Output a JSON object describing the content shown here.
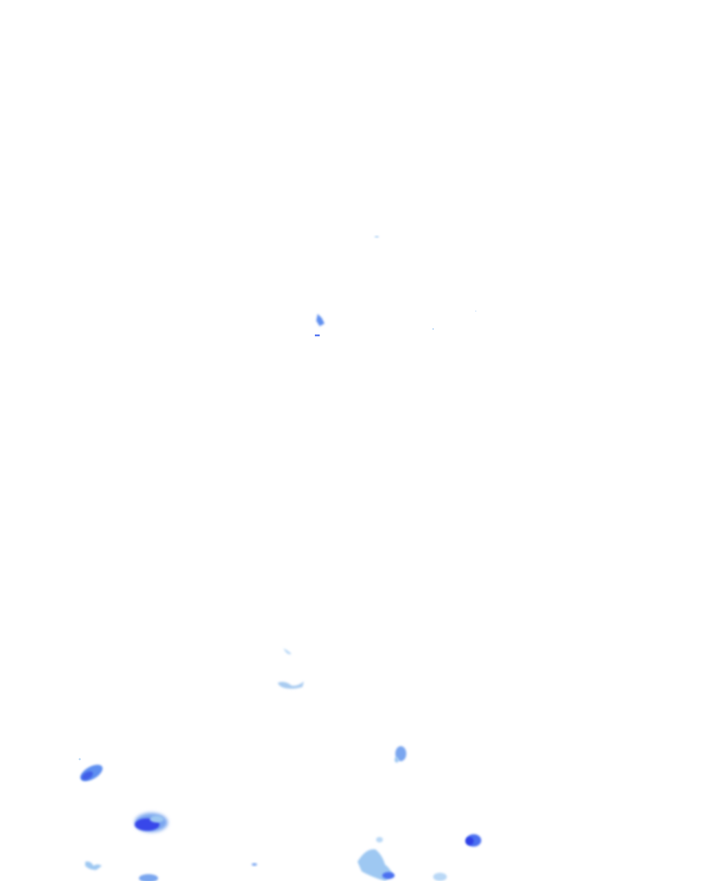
{
  "map": {
    "layer": "precipitation-radar-overlay",
    "colors": {
      "light": "#9ec8f2",
      "medium": "#5f8ff0",
      "heavy": "#2f3fe6",
      "background": "#ffffff"
    },
    "echo_cells": [
      {
        "name": "radar-echo-cell",
        "intensity": "light"
      },
      {
        "name": "radar-echo-cell",
        "intensity": "medium"
      },
      {
        "name": "radar-echo-cell",
        "intensity": "medium"
      },
      {
        "name": "radar-echo-cell",
        "intensity": "light"
      },
      {
        "name": "radar-echo-cell",
        "intensity": "light"
      },
      {
        "name": "radar-echo-cell",
        "intensity": "medium"
      },
      {
        "name": "radar-echo-cell",
        "intensity": "heavy"
      },
      {
        "name": "radar-echo-cell",
        "intensity": "medium"
      },
      {
        "name": "radar-echo-cell",
        "intensity": "heavy"
      },
      {
        "name": "radar-echo-cell",
        "intensity": "light"
      },
      {
        "name": "radar-echo-cell",
        "intensity": "light"
      },
      {
        "name": "radar-echo-cell",
        "intensity": "medium"
      },
      {
        "name": "radar-echo-cell",
        "intensity": "light"
      },
      {
        "name": "radar-echo-cell",
        "intensity": "light"
      }
    ]
  }
}
